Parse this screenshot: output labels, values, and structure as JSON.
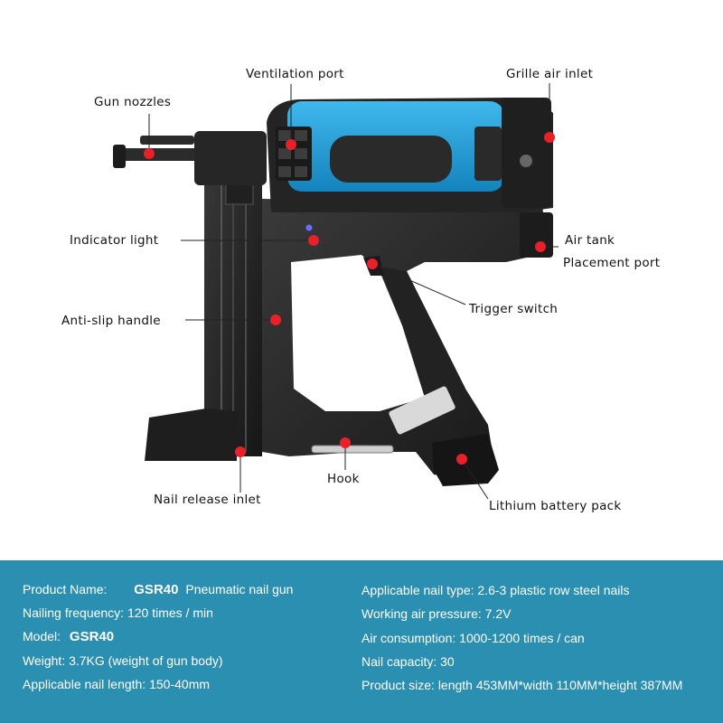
{
  "callouts": {
    "gun_nozzles": "Gun nozzles",
    "ventilation_port": "Ventilation port",
    "grille_air_inlet": "Grille air inlet",
    "indicator_light": "Indicator light",
    "air_tank": "Air tank",
    "placement_port": "Placement port",
    "trigger_switch": "Trigger switch",
    "anti_slip_handle": "Anti-slip handle",
    "hook": "Hook",
    "nail_release_inlet": "Nail release inlet",
    "lithium_battery_pack": "Lithium battery pack"
  },
  "specs": {
    "product_name_label": "Product Name:",
    "product_name_model": "GSR40",
    "product_name_desc": "Pneumatic nail gun",
    "nailing_frequency": "Nailing frequency: 120 times / min",
    "model_label": "Model:",
    "model_value": "GSR40",
    "weight": "Weight: 3.7KG (weight of gun body)",
    "nail_length": "Applicable nail length: 150-40mm",
    "nail_type": "Applicable nail type: 2.6-3 plastic row steel nails",
    "air_pressure": "Working air pressure: 7.2V",
    "air_consumption": "Air consumption: 1000-1200 times / can",
    "nail_capacity": "Nail capacity: 30",
    "product_size": "Product size: length 453MM*width 110MM*height 387MM"
  },
  "colors": {
    "band": "#2a8fb0",
    "accent_blue": "#1f9fd8",
    "marker_red": "#e8202a"
  }
}
